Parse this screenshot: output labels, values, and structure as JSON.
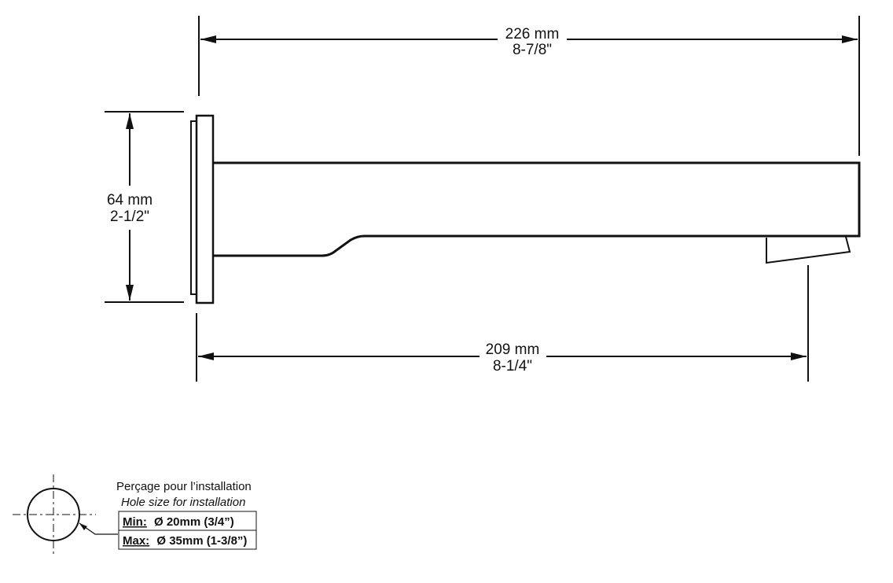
{
  "dimensions": {
    "overall_length": {
      "metric": "226 mm",
      "imperial": "8-7/8\""
    },
    "flange_height": {
      "metric": "64 mm",
      "imperial": "2-1/2\""
    },
    "outlet_reach": {
      "metric": "209 mm",
      "imperial": "8-1/4\""
    }
  },
  "hole_note": {
    "title_fr": "Perçage pour l’installation",
    "title_en": "Hole size for installation",
    "min_label": "Min:",
    "min_value": "Ø 20mm (3/4”)",
    "max_label": "Max:",
    "max_value": "Ø 35mm (1-3/8”)"
  }
}
